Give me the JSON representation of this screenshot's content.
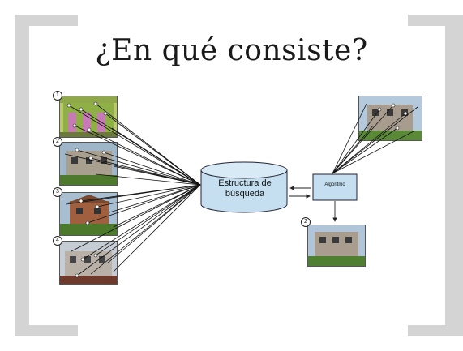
{
  "title": "¿En qué consiste?",
  "database": {
    "line1": "Estructura de",
    "line2": "búsqueda"
  },
  "algorithm": {
    "label": "Algoritmo"
  },
  "images": {
    "db1": {
      "badge": "1"
    },
    "db2": {
      "badge": "2"
    },
    "db3": {
      "badge": "3"
    },
    "db4": {
      "badge": "4"
    },
    "result": {
      "badge": "2"
    }
  }
}
